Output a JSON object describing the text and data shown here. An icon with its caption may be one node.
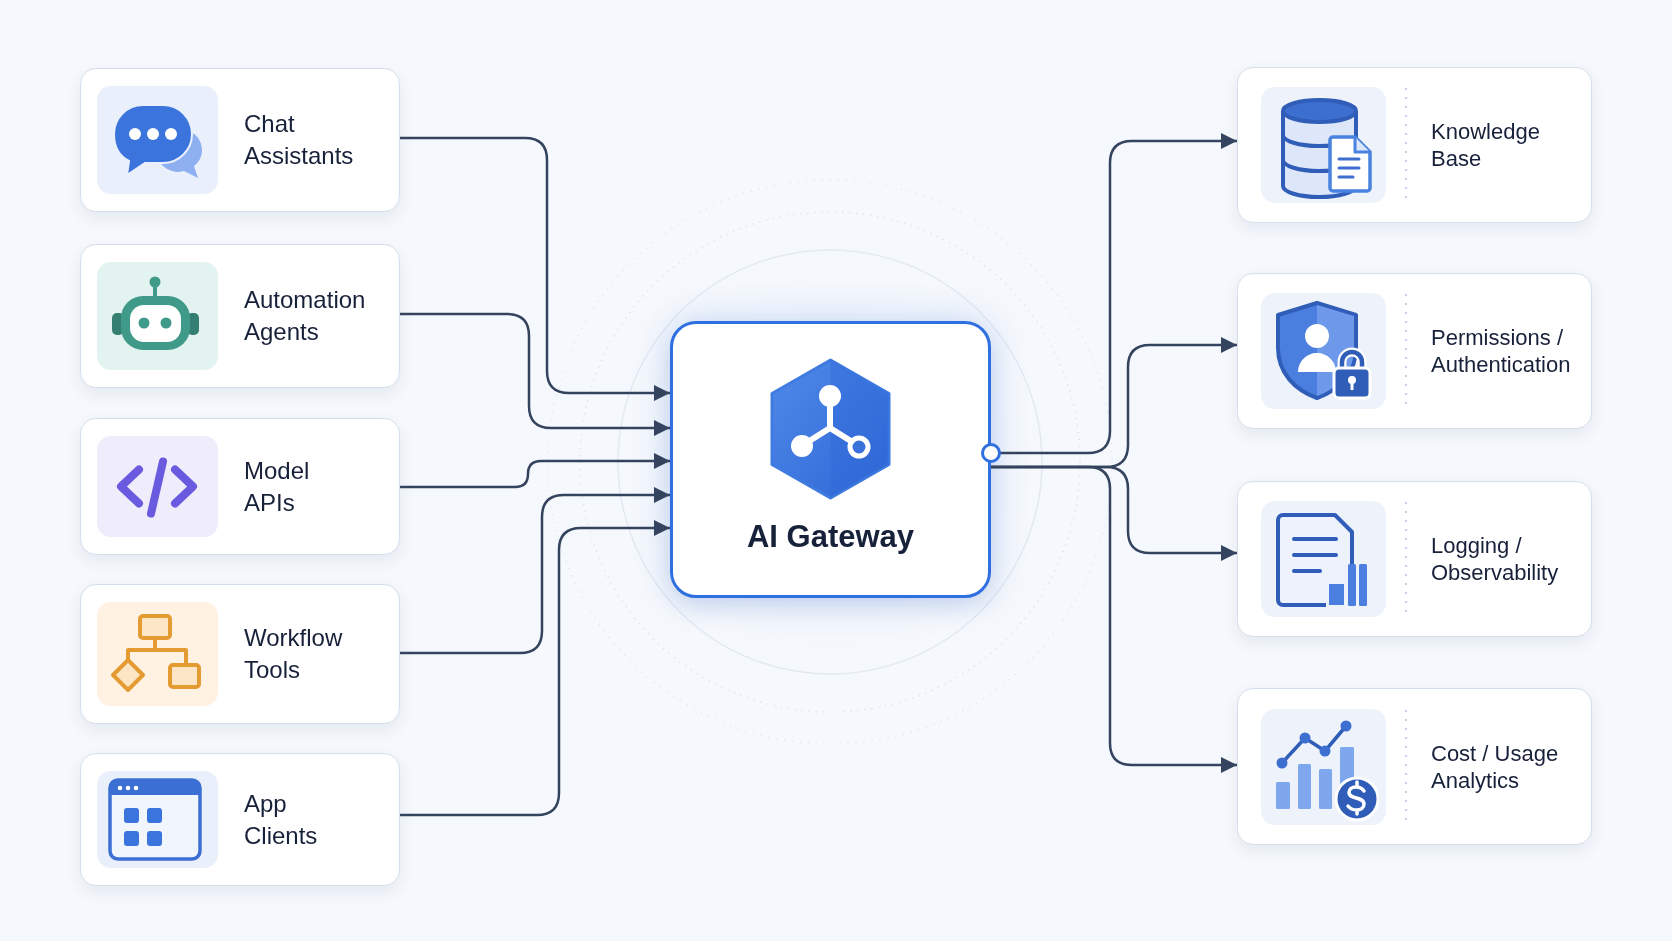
{
  "diagram": {
    "nodes": [
      {
        "text": [
          "Chat Assistants"
        ]
      },
      {
        "text": [
          "Automation Agents"
        ]
      },
      {
        "text": [
          "Model APIs"
        ]
      },
      {
        "text": [
          "Workflow Tools"
        ]
      },
      {
        "text": [
          "App Clients"
        ]
      },
      {
        "text": [
          "AI Gateway"
        ]
      },
      {
        "text": [
          "Knowledge Base"
        ]
      },
      {
        "text": [
          "Permissions / Authentication"
        ]
      },
      {
        "text": [
          "Logging / Observability"
        ]
      },
      {
        "text": [
          "Cost / Usage Analytics"
        ]
      }
    ],
    "edges": [
      {
        "from": 0,
        "to": 5,
        "arrow": "to"
      },
      {
        "from": 1,
        "to": 5,
        "arrow": "to"
      },
      {
        "from": 2,
        "to": 5,
        "arrow": "to"
      },
      {
        "from": 3,
        "to": 5,
        "arrow": "to"
      },
      {
        "from": 4,
        "to": 5,
        "arrow": "to"
      },
      {
        "from": 5,
        "to": 6,
        "arrow": "to"
      },
      {
        "from": 5,
        "to": 7,
        "arrow": "to"
      },
      {
        "from": 5,
        "to": 8,
        "arrow": "to"
      },
      {
        "from": 5,
        "to": 9,
        "arrow": "to"
      }
    ]
  }
}
